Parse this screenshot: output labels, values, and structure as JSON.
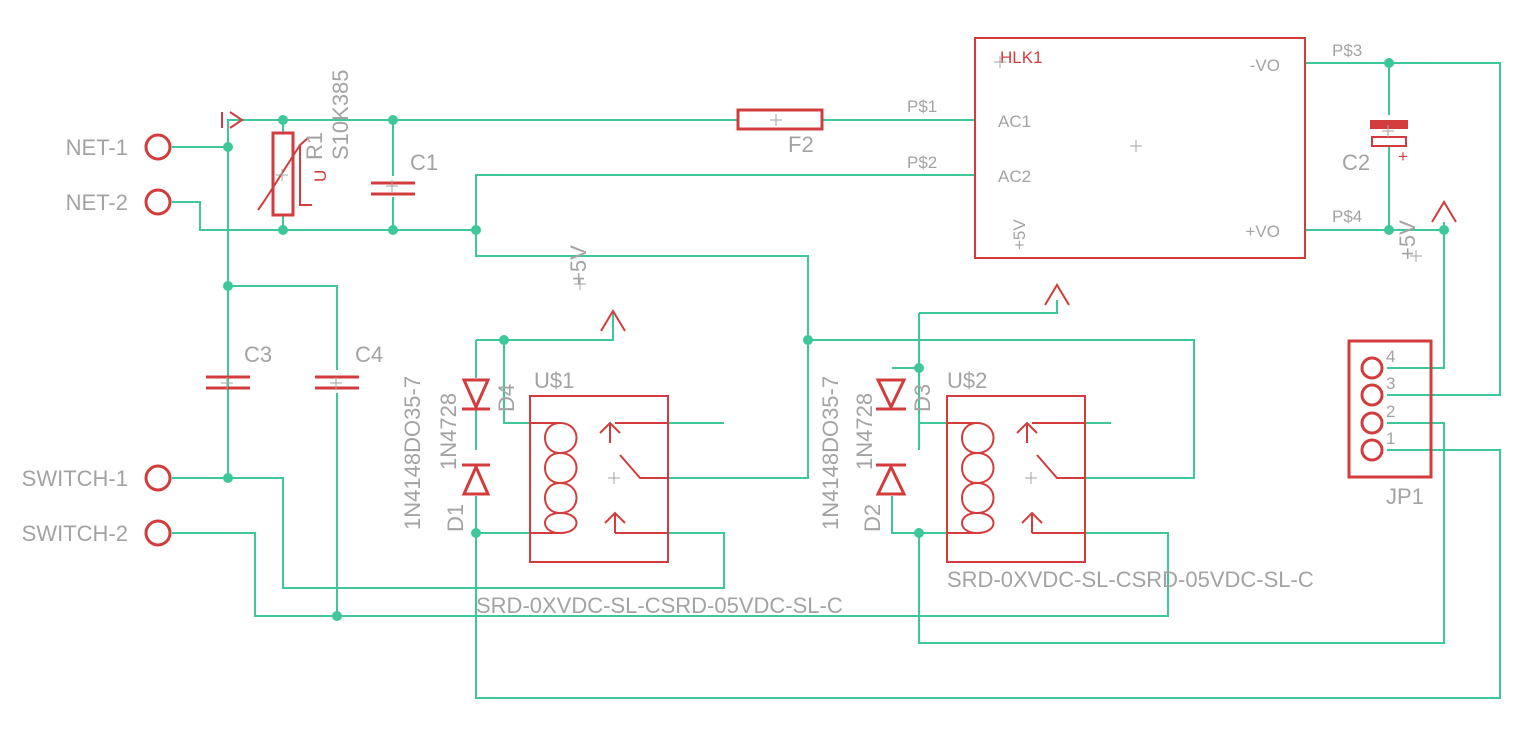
{
  "colors": {
    "wire": "#3ec79b",
    "part": "#d23c3c",
    "label": "#a3a3a3"
  },
  "connectors": {
    "net1": "NET-1",
    "net2": "NET-2",
    "switch1": "SWITCH-1",
    "switch2": "SWITCH-2"
  },
  "varistor": {
    "name": "R1",
    "value": "S10K385",
    "symbol": "U"
  },
  "c1": "C1",
  "c2": "C2",
  "c3": "C3",
  "c4": "C4",
  "fuse": "F2",
  "psu": {
    "name": "HLK1",
    "pin_ac1": "AC1",
    "pin_ac2": "AC2",
    "pin_vo_neg": "-VO",
    "pin_vo_pos": "+VO",
    "pin_5v": "+5V",
    "pad1": "P$1",
    "pad2": "P$2",
    "pad3": "P$3",
    "pad4": "P$4"
  },
  "supply_label": "+5V",
  "diodes": {
    "d1": "D1",
    "d2": "D2",
    "d3": "D3",
    "d4": "D4",
    "d1_value": "1N4148DO35-7",
    "d2_value": "1N4148DO35-7",
    "d3_value": "1N4728",
    "d4_value": "1N4728"
  },
  "relays": {
    "u1": "U$1",
    "u2": "U$2",
    "u1_value": "SRD-0XVDC-SL-CSRD-05VDC-SL-C",
    "u2_value": "SRD-0XVDC-SL-CSRD-05VDC-SL-C"
  },
  "header": {
    "name": "JP1",
    "pins": [
      "4",
      "3",
      "2",
      "1"
    ]
  }
}
